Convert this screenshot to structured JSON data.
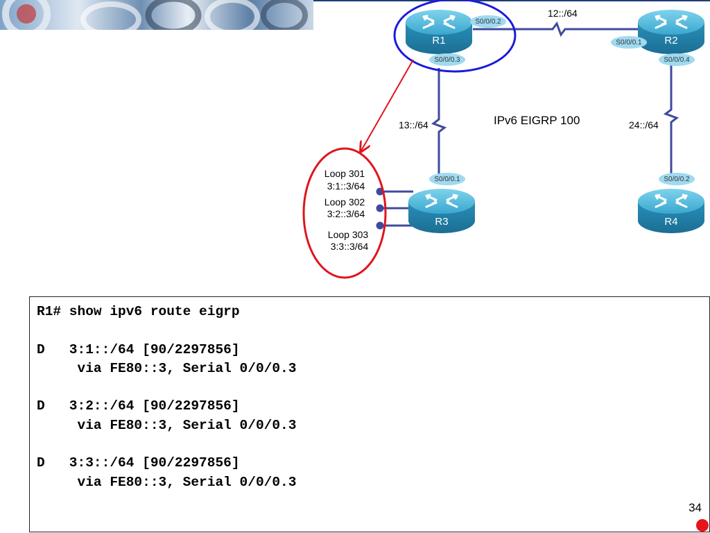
{
  "routers": [
    {
      "id": "R1",
      "label": "R1"
    },
    {
      "id": "R2",
      "label": "R2"
    },
    {
      "id": "R3",
      "label": "R3"
    },
    {
      "id": "R4",
      "label": "R4"
    }
  ],
  "interfaces": {
    "r1_right": "S0/0/0.2",
    "r1_bottom": "S0/0/0.3",
    "r2_left": "S0/0/0.1",
    "r2_bottom": "S0/0/0.4",
    "r3_top": "S0/0/0.1",
    "r4_top": "S0/0/0.2"
  },
  "links": {
    "r1_r2": "12::/64",
    "r1_r3": "13::/64",
    "r2_r4": "24::/64"
  },
  "process_label": "IPv6 EIGRP 100",
  "loopbacks": [
    {
      "name": "Loop 301",
      "address": "3:1::3/64"
    },
    {
      "name": "Loop 302",
      "address": "3:2::3/64"
    },
    {
      "name": "Loop 303",
      "address": "3:3::3/64"
    }
  ],
  "cli": {
    "lines": [
      "R1# show ipv6 route eigrp",
      "",
      "D   3:1::/64 [90/2297856]",
      "     via FE80::3, Serial 0/0/0.3",
      "",
      "D   3:2::/64 [90/2297856]",
      "     via FE80::3, Serial 0/0/0.3",
      "",
      "D   3:3::/64 [90/2297856]",
      "     via FE80::3, Serial 0/0/0.3"
    ]
  },
  "slide_number": "34",
  "colors": {
    "router": "#2b8fb8",
    "router_top": "#5cc1e1",
    "link": "#3f4a9e",
    "highlight_blue": "#1a1adb",
    "highlight_red": "#e0141c",
    "interface_bubble": "#9fdaf0"
  }
}
